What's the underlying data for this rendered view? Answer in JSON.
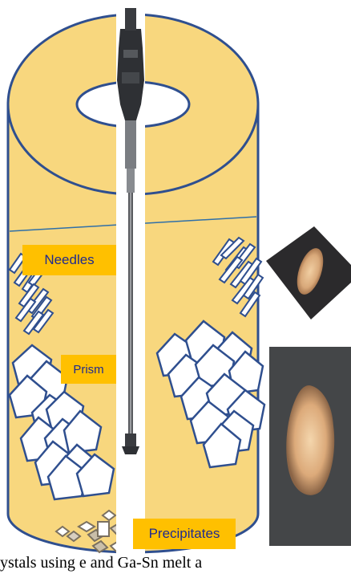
{
  "labels": {
    "needles": "Needles",
    "prisms": "Prism",
    "precipitates": "Precipitates"
  },
  "caption": "ystals using       e and Ga-Sn melt a",
  "colors": {
    "cylinder_fill": "#f8d77e",
    "cylinder_stroke": "#2f4f8f",
    "label_bg": "#ffc000",
    "label_text": "#1f2a90",
    "crystal_fill": "#ffffff",
    "crystal_stroke": "#2f4f8f",
    "photo_bg": "#4a4c4e",
    "sample_color": "#e6b888"
  }
}
